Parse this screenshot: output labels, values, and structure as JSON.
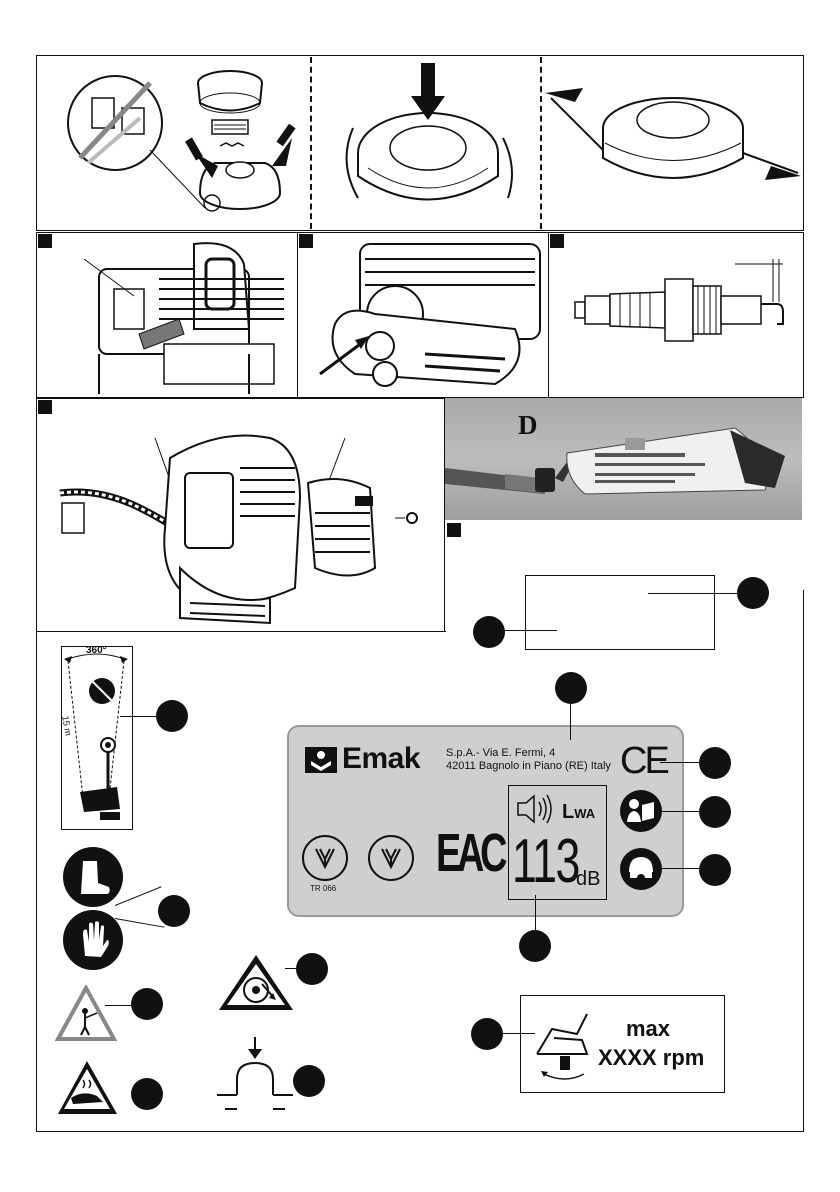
{
  "panel_letters": {
    "d": "D"
  },
  "plate": {
    "brand": "Emak",
    "address_line1": "S.p.A.- Via E. Fermi, 4",
    "address_line2": "42011 Bagnolo in Piano (RE) Italy",
    "ce_mark": "CE",
    "eac_mark": "EAC",
    "tr_label": "TR 066",
    "sound_label": "L",
    "sound_sub": "WA",
    "sound_value": "113",
    "sound_unit": "dB"
  },
  "warning_360": {
    "angle": "360°",
    "distance": "15 m"
  },
  "speed_label": {
    "max": "max",
    "rpm": "XXXX rpm"
  },
  "icons": [
    "trimmer-head-disassembly",
    "press-down-head",
    "pull-line",
    "air-filter-cover",
    "fuel-tank",
    "spark-plug",
    "engine-cover-removal",
    "grease-tube",
    "boots",
    "gloves",
    "helmet",
    "manual",
    "rotating-blade",
    "thrown-objects",
    "hot-surface",
    "primer-press"
  ]
}
